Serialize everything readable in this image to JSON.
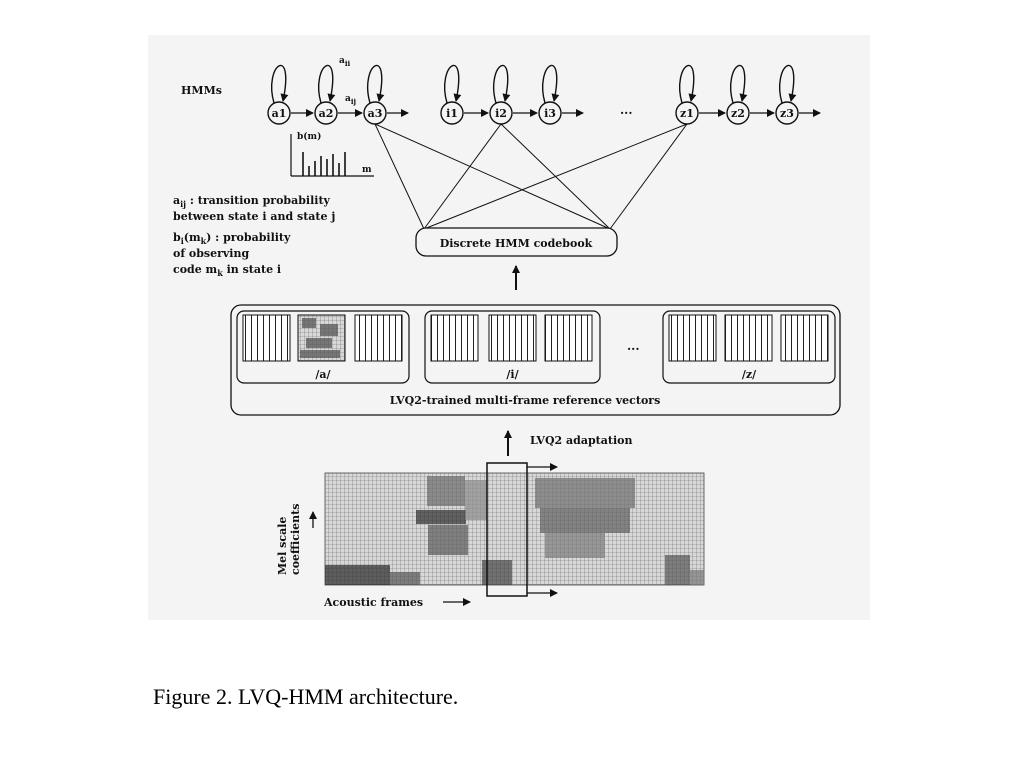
{
  "hmm_label": "HMMs",
  "hmm_states": [
    {
      "label": "a1"
    },
    {
      "label": "a2"
    },
    {
      "label": "a3"
    },
    {
      "label": "i1"
    },
    {
      "label": "i2"
    },
    {
      "label": "i3"
    },
    {
      "label": "z1"
    },
    {
      "label": "z2"
    },
    {
      "label": "z3"
    }
  ],
  "ellipsis": "...",
  "self_loop_label": "a",
  "self_loop_sub": "ii",
  "transition_label": "a",
  "transition_sub": "ij",
  "bm_label": "b(m)",
  "m_label": "m",
  "legend": {
    "aij_sym": "a",
    "aij_sub": "ij",
    "aij_text": " : transition probability",
    "aij_line2": "between state i and state j",
    "bi_sym": "b",
    "bi_sub": "i",
    "bi_mid": "(m",
    "bi_sub2": "k",
    "bi_text": ") : probability",
    "bi_line2": "of observing",
    "bi_line3_pre": "code m",
    "bi_line3_sub": "k",
    "bi_line3_post": " in state i"
  },
  "codebook_label": "Discrete HMM codebook",
  "reference_groups": [
    {
      "label": "/a/"
    },
    {
      "label": "/i/"
    },
    {
      "label": "/z/"
    }
  ],
  "reference_ellipsis": "...",
  "reference_caption": "LVQ2-trained multi-frame reference vectors",
  "adaptation_label": "LVQ2 adaptation",
  "mel_label_line1": "Mel scale",
  "mel_label_line2": "coefficients",
  "acoustic_label": "Acoustic frames",
  "figure_caption": "Figure 2. LVQ-HMM architecture."
}
